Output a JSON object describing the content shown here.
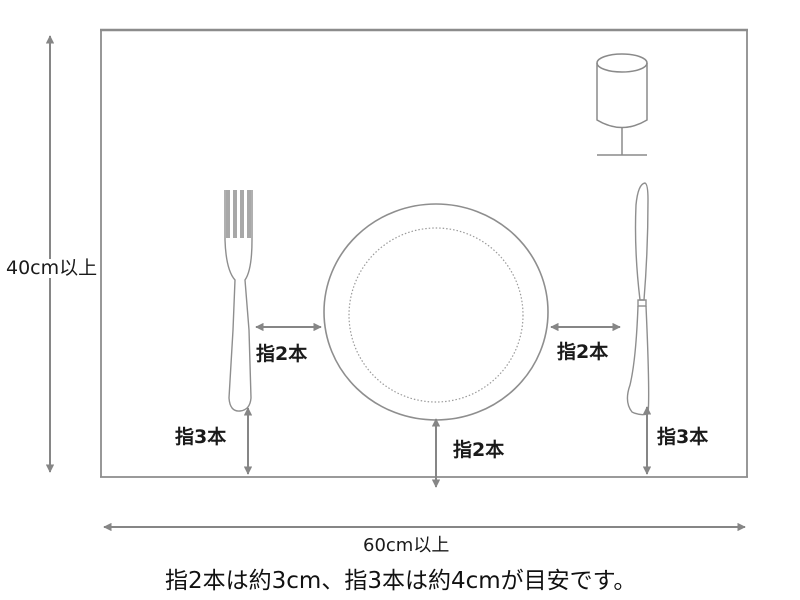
{
  "title": "Place setting spacing diagram",
  "colors": {
    "line": "#8c8c8c",
    "arrow": "#868686",
    "text": "#1a1a1a",
    "background": "#ffffff"
  },
  "dimensions": {
    "height_label": "40cm以上",
    "width_label": "60cm以上"
  },
  "items": {
    "glass": "wine-glass",
    "fork": "fork",
    "plate": "dinner-plate",
    "knife": "knife"
  },
  "spacing_labels": {
    "fork_to_plate": "指2本",
    "plate_to_knife": "指2本",
    "fork_to_edge": "指3本",
    "plate_to_edge": "指2本",
    "knife_to_edge": "指3本"
  },
  "caption": "指2本は約3cm、指3本は約4cmが目安です。"
}
